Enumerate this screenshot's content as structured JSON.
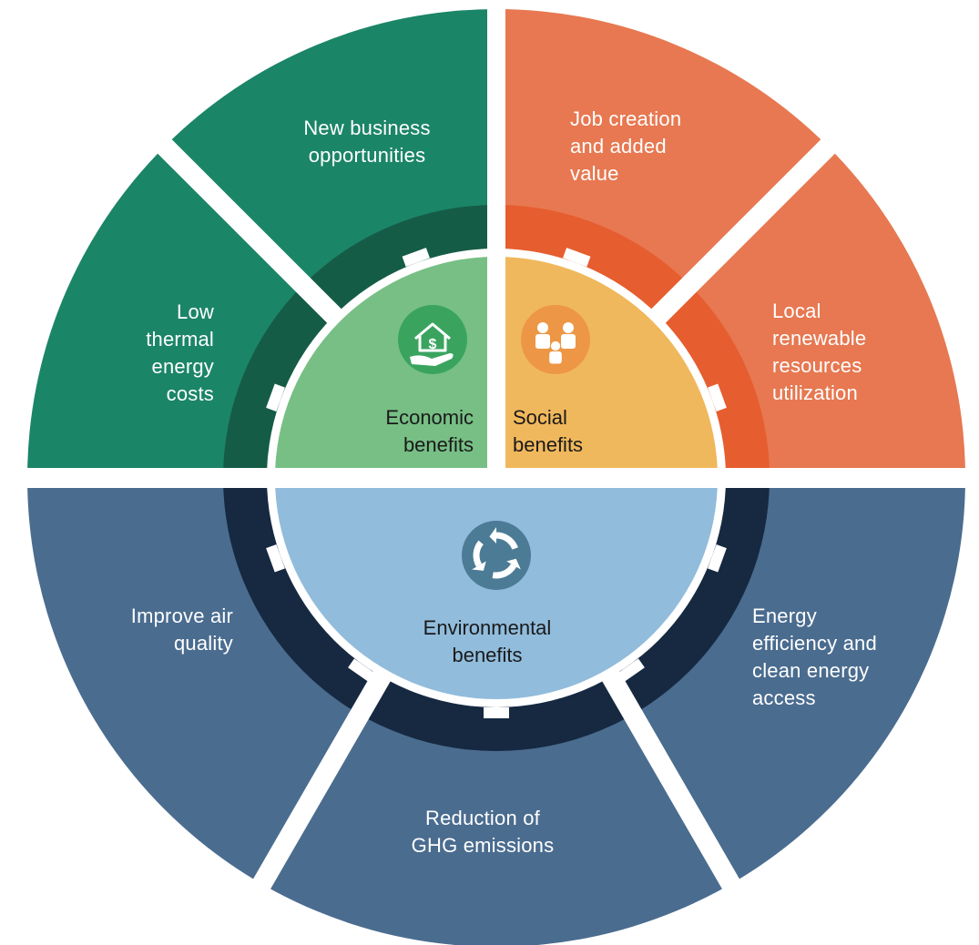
{
  "colors": {
    "economic_outer": "#1b8567",
    "economic_ring": "#155c47",
    "economic_inner": "#77bf85",
    "economic_icon": "#3aa45f",
    "social_outer": "#e77851",
    "social_ring": "#e65d2f",
    "social_inner": "#f0b85c",
    "social_icon": "#ed9645",
    "environmental_outer": "#4a6c8f",
    "environmental_ring": "#162941",
    "environmental_inner": "#91bcdc",
    "environmental_icon": "#4c7b96"
  },
  "center": {
    "economic": {
      "line1": "Economic",
      "line2": "benefits",
      "icon": "house-money-hand-icon"
    },
    "social": {
      "line1": "Social",
      "line2": "benefits",
      "icon": "people-group-icon"
    },
    "environmental": {
      "line1": "Environmental",
      "line2": "benefits",
      "icon": "recycle-arrows-icon"
    }
  },
  "segments": {
    "low_thermal": [
      "Low",
      "thermal",
      "energy",
      "costs"
    ],
    "new_business": [
      "New business",
      "opportunities"
    ],
    "job_creation": [
      "Job creation",
      "and added",
      "value"
    ],
    "local_renewable": [
      "Local",
      "renewable",
      "resources",
      "utilization"
    ],
    "improve_air": [
      "Improve air",
      "quality"
    ],
    "reduction_ghg": [
      "Reduction of",
      "GHG emissions"
    ],
    "energy_efficiency": [
      "Energy",
      "efficiency and",
      "clean energy",
      "access"
    ]
  }
}
